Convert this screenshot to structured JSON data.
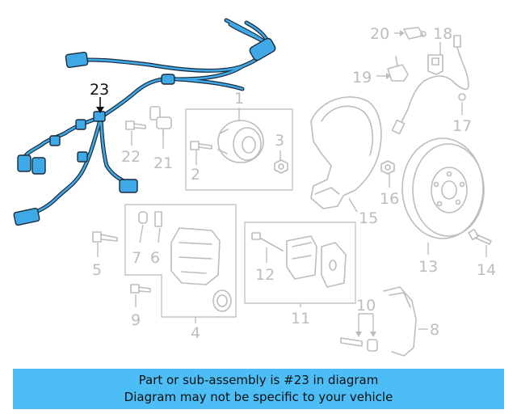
{
  "diagram": {
    "highlighted_callout": "23",
    "callouts": [
      "1",
      "2",
      "3",
      "4",
      "5",
      "6",
      "7",
      "8",
      "9",
      "10",
      "11",
      "12",
      "13",
      "14",
      "15",
      "16",
      "17",
      "18",
      "19",
      "20",
      "21",
      "22",
      "23"
    ],
    "colors": {
      "highlight": "#3fa9e8",
      "outline": "#1a2a3a",
      "part": "#bdbdbd",
      "banner": "#4dbdf5"
    }
  },
  "banner": {
    "line1": "Part or sub-assembly is #23 in diagram",
    "line2": "Diagram may not be specific to your vehicle"
  }
}
